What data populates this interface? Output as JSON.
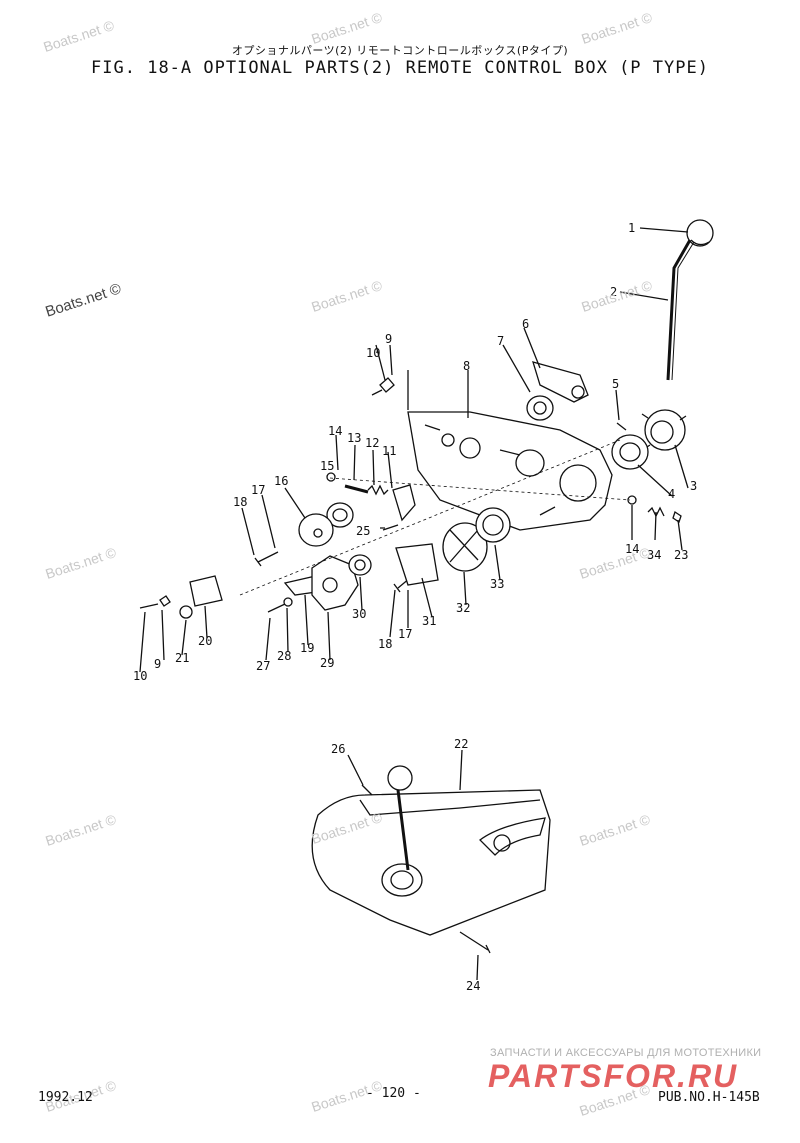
{
  "title_jp": "オプショナルパーツ(2) リモートコントロールボックス(Pタイプ)",
  "title": "FIG. 18-A OPTIONAL PARTS(2) REMOTE CONTROL BOX (P TYPE)",
  "watermark": "Boats.net ©",
  "footer": {
    "date": "1992.12",
    "page": "- 120 -",
    "pub_no": "PUB.NO.H-145B"
  },
  "partsfor": {
    "tagline": "ЗАПЧАСТИ И АКСЕССУАРЫ ДЛЯ МОТОТЕХНИКИ",
    "brand": "PARTSFOR.RU"
  },
  "callouts": [
    "1",
    "2",
    "3",
    "4",
    "6",
    "7",
    "8",
    "9",
    "10",
    "11",
    "12",
    "13",
    "14",
    "15",
    "16",
    "17",
    "18",
    "19",
    "20",
    "21",
    "22",
    "23",
    "24",
    "25",
    "26",
    "27",
    "28",
    "29",
    "30",
    "31",
    "32",
    "33",
    "34"
  ],
  "callouts_repeat": {
    "n10b": "10",
    "n9b": "9",
    "n14b": "14",
    "n17b": "17",
    "n18b": "18",
    "n5": "5"
  },
  "colors": {
    "ink": "#111111",
    "watermark": "#c8c8c8",
    "brand": "#e04545"
  }
}
